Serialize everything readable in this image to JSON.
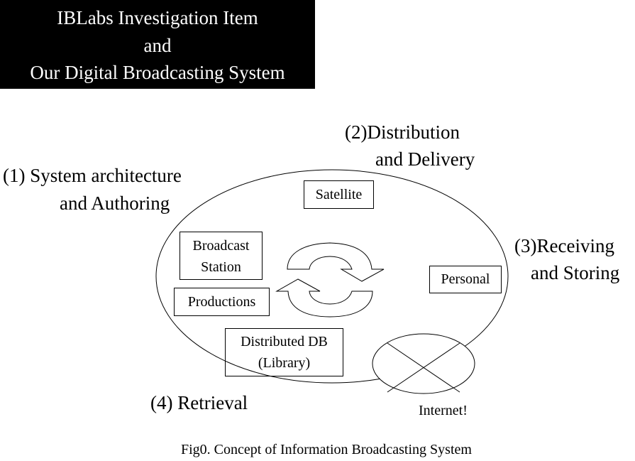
{
  "title": {
    "lines": [
      "IBLabs Investigation Item",
      "and",
      "Our Digital Broadcasting System"
    ]
  },
  "labels": {
    "architecture": {
      "line1": "(1) System architecture",
      "line2": "and Authoring"
    },
    "distribution": {
      "line1": "(2)Distribution",
      "line2": "and Delivery"
    },
    "receiving": {
      "line1": "(3)Receiving",
      "line2": "and Storing"
    },
    "retrieval": {
      "line1": "(4) Retrieval"
    }
  },
  "nodes": {
    "satellite": "Satellite",
    "broadcast_station": {
      "line1": "Broadcast",
      "line2": "Station"
    },
    "productions": "Productions",
    "personal": "Personal",
    "distributed_db": {
      "line1": "Distributed DB",
      "line2": "(Library)"
    },
    "internet": "Internet!"
  },
  "icons": {
    "cycle": "circular-arrows-icon",
    "internet": "crossed-ellipse-icon"
  },
  "caption": "Fig0.  Concept of Information Broadcasting System",
  "colors": {
    "foreground": "#000000",
    "background": "#ffffff",
    "title_bg": "#000000",
    "title_fg": "#ffffff"
  }
}
